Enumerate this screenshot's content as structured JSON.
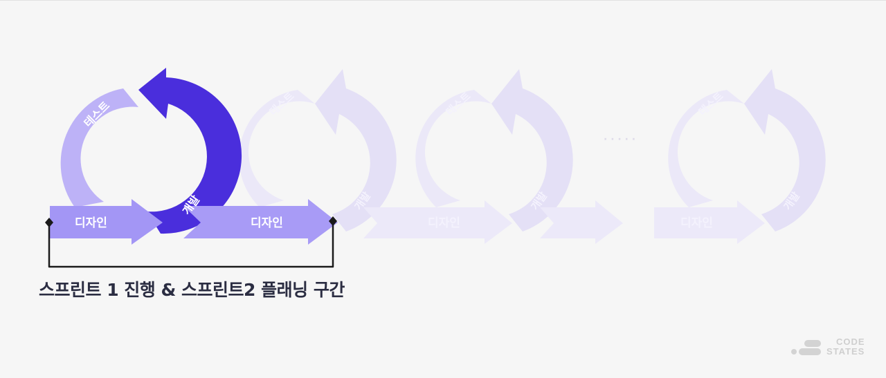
{
  "colors": {
    "background": "#f6f6f6",
    "dev_arc": "#4a2edc",
    "test_arc": "#bdb2f7",
    "design_arrow": "#a396f5",
    "faded_cycle": "#e4e0f6",
    "caption": "#2b2d42",
    "bracket": "#1a1a1a"
  },
  "active_cycle": {
    "test_label": "테스트",
    "dev_label": "개발",
    "design_label": "디자인",
    "next_design_label": "디자인"
  },
  "faded_cycles": [
    {
      "test_label": "테스트",
      "dev_label": "개발",
      "design_label": "디자인"
    },
    {
      "test_label": "테스트",
      "dev_label": "개발",
      "design_label": ""
    },
    {
      "test_label": "테스트",
      "dev_label": "개발",
      "design_label": "디자인"
    }
  ],
  "ellipsis": "· · · · ·",
  "caption": "스프린트 1 진행 & 스프린트2 플래닝 구간",
  "logo": {
    "line1": "CODE",
    "line2": "STATES"
  }
}
